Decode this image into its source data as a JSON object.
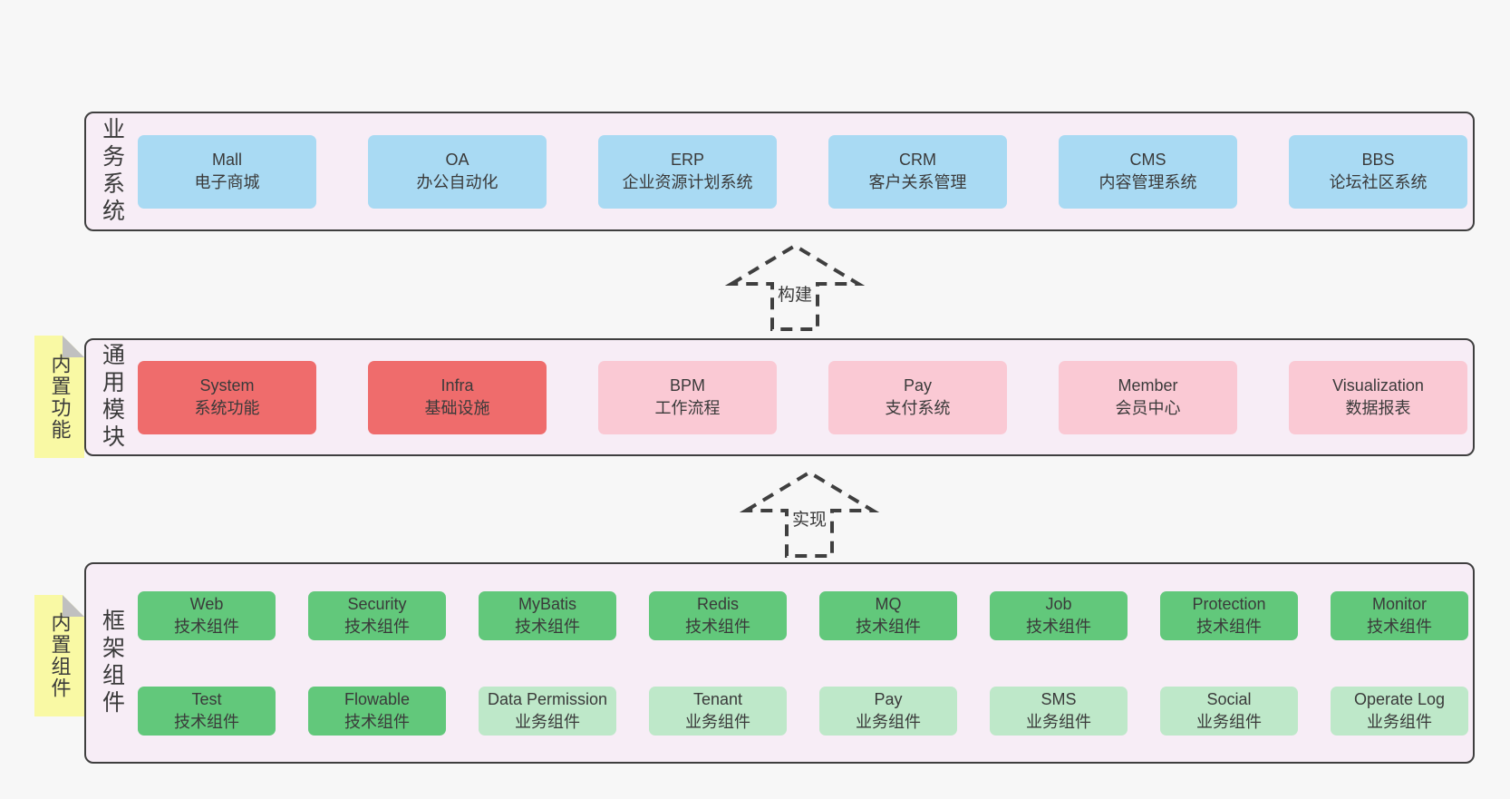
{
  "colors": {
    "page_bg": "#f7f7f7",
    "layer_bg": "#f7edf6",
    "layer_border": "#3f3f3f",
    "text": "#3a3a3a",
    "blue": "#a9daf3",
    "red": "#ef6c6c",
    "pink": "#fac9d4",
    "green": "#62c87b",
    "light_green": "#bee8c9",
    "note_yellow": "#f9f9a4",
    "note_fold": "#c0c0c0"
  },
  "layers": [
    {
      "label": "业务系统",
      "boxes": [
        {
          "name": "Mall",
          "desc": "电子商城"
        },
        {
          "name": "OA",
          "desc": "办公自动化"
        },
        {
          "name": "ERP",
          "desc": "企业资源计划系统"
        },
        {
          "name": "CRM",
          "desc": "客户关系管理"
        },
        {
          "name": "CMS",
          "desc": "内容管理系统"
        },
        {
          "name": "BBS",
          "desc": "论坛社区系统"
        }
      ]
    },
    {
      "label": "通用模块",
      "note": "内置功能",
      "boxes": [
        {
          "name": "System",
          "desc": "系统功能"
        },
        {
          "name": "Infra",
          "desc": "基础设施"
        },
        {
          "name": "BPM",
          "desc": "工作流程"
        },
        {
          "name": "Pay",
          "desc": "支付系统"
        },
        {
          "name": "Member",
          "desc": "会员中心"
        },
        {
          "name": "Visualization",
          "desc": "数据报表"
        }
      ]
    },
    {
      "label": "框架组件",
      "note": "内置组件",
      "boxes": [
        {
          "name": "Web",
          "desc": "技术组件"
        },
        {
          "name": "Security",
          "desc": "技术组件"
        },
        {
          "name": "MyBatis",
          "desc": "技术组件"
        },
        {
          "name": "Redis",
          "desc": "技术组件"
        },
        {
          "name": "MQ",
          "desc": "技术组件"
        },
        {
          "name": "Job",
          "desc": "技术组件"
        },
        {
          "name": "Protection",
          "desc": "技术组件"
        },
        {
          "name": "Monitor",
          "desc": "技术组件"
        },
        {
          "name": "Test",
          "desc": "技术组件"
        },
        {
          "name": "Flowable",
          "desc": "技术组件"
        },
        {
          "name": "Data Permission",
          "desc": "业务组件"
        },
        {
          "name": "Tenant",
          "desc": "业务组件"
        },
        {
          "name": "Pay",
          "desc": "业务组件"
        },
        {
          "name": "SMS",
          "desc": "业务组件"
        },
        {
          "name": "Social",
          "desc": "业务组件"
        },
        {
          "name": "Operate Log",
          "desc": "业务组件"
        }
      ]
    }
  ],
  "arrows": [
    {
      "label": "构建"
    },
    {
      "label": "实现"
    }
  ]
}
